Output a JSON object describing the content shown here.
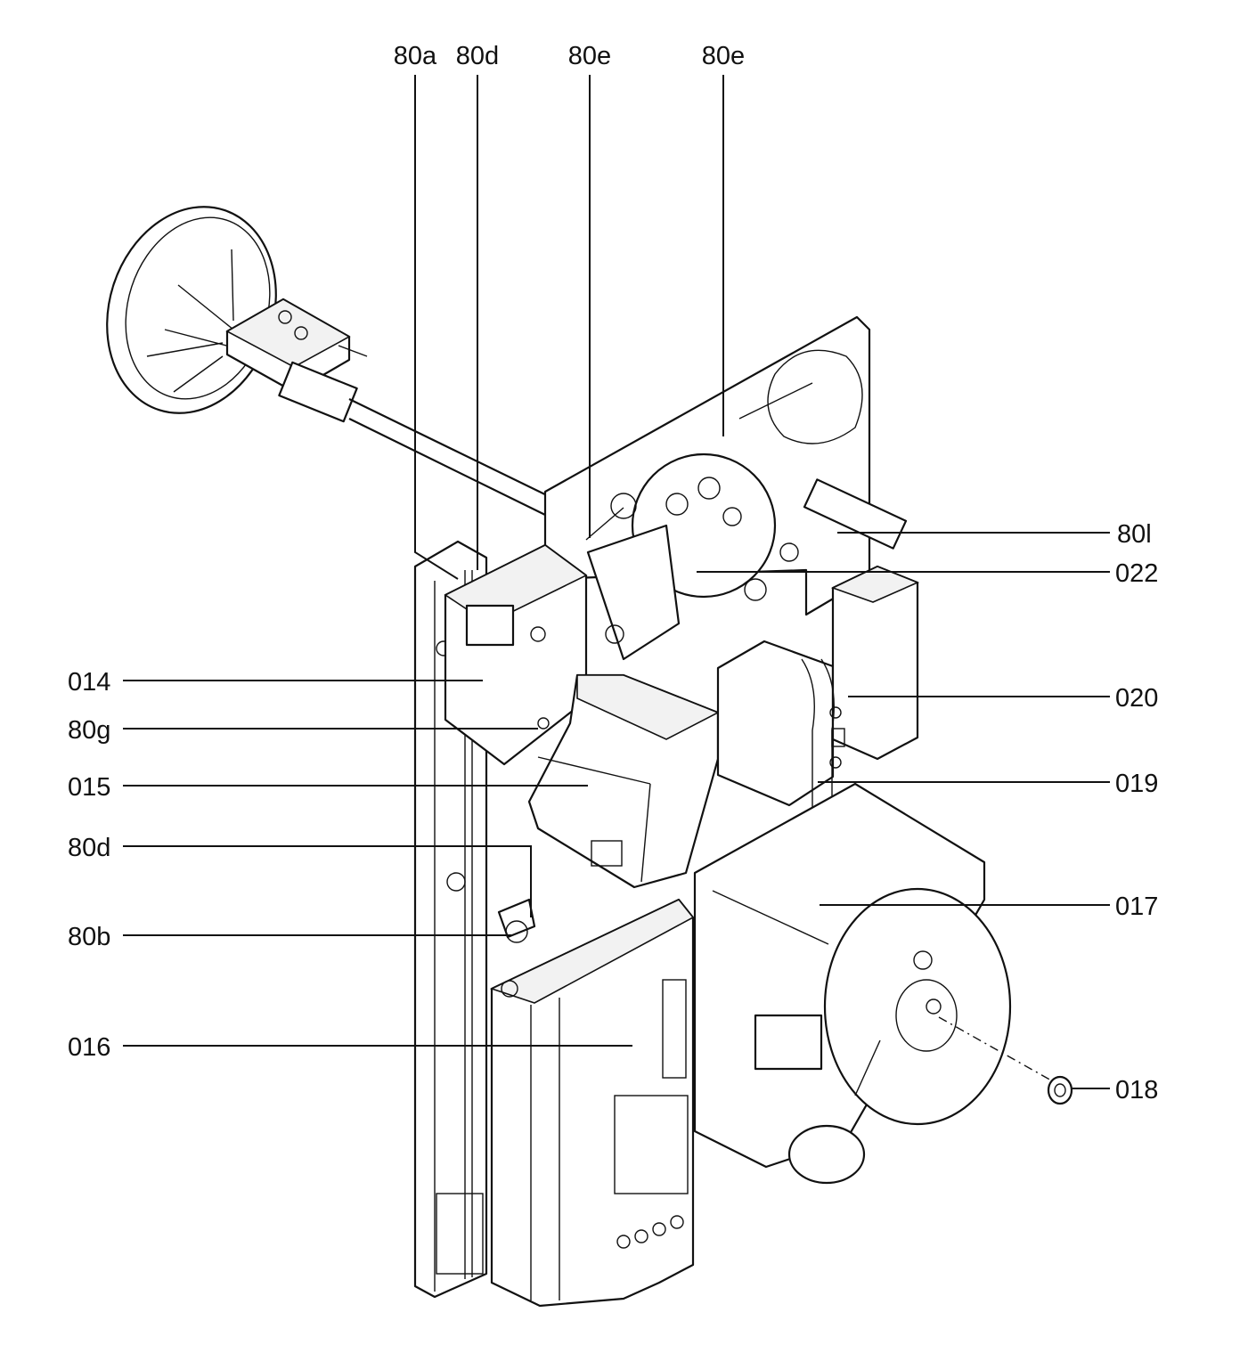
{
  "figure": {
    "title": "Burner assembly exploded parts diagram"
  },
  "labels": {
    "top": [
      "80a",
      "80d",
      "80e",
      "80e"
    ],
    "left": [
      "014",
      "80g",
      "015",
      "80d",
      "80b",
      "016"
    ],
    "right": [
      "80l",
      "022",
      "020",
      "019",
      "017",
      "018"
    ]
  },
  "colors": {
    "line": "#111111",
    "background": "#ffffff",
    "shade": "#f2f2f2"
  }
}
